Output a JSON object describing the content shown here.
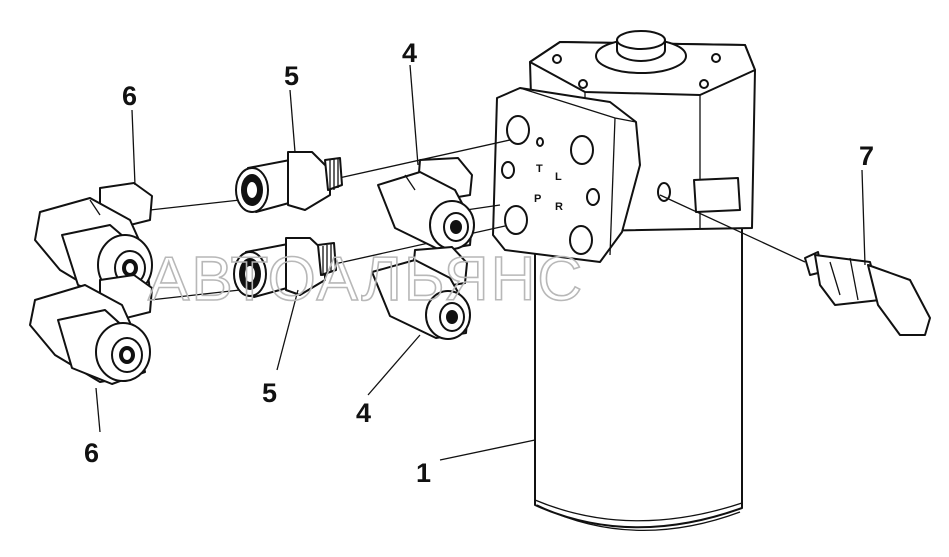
{
  "diagram": {
    "watermark": "АВТОАЛЬЯНС",
    "port_labels": [
      "T",
      "L",
      "P",
      "R"
    ],
    "callouts": [
      {
        "id": "label-1",
        "text": "1"
      },
      {
        "id": "label-4-top",
        "text": "4"
      },
      {
        "id": "label-4-bottom",
        "text": "4"
      },
      {
        "id": "label-5-top",
        "text": "5"
      },
      {
        "id": "label-5-bottom",
        "text": "5"
      },
      {
        "id": "label-6-top",
        "text": "6"
      },
      {
        "id": "label-6-bottom",
        "text": "6"
      },
      {
        "id": "label-7",
        "text": "7"
      }
    ]
  }
}
